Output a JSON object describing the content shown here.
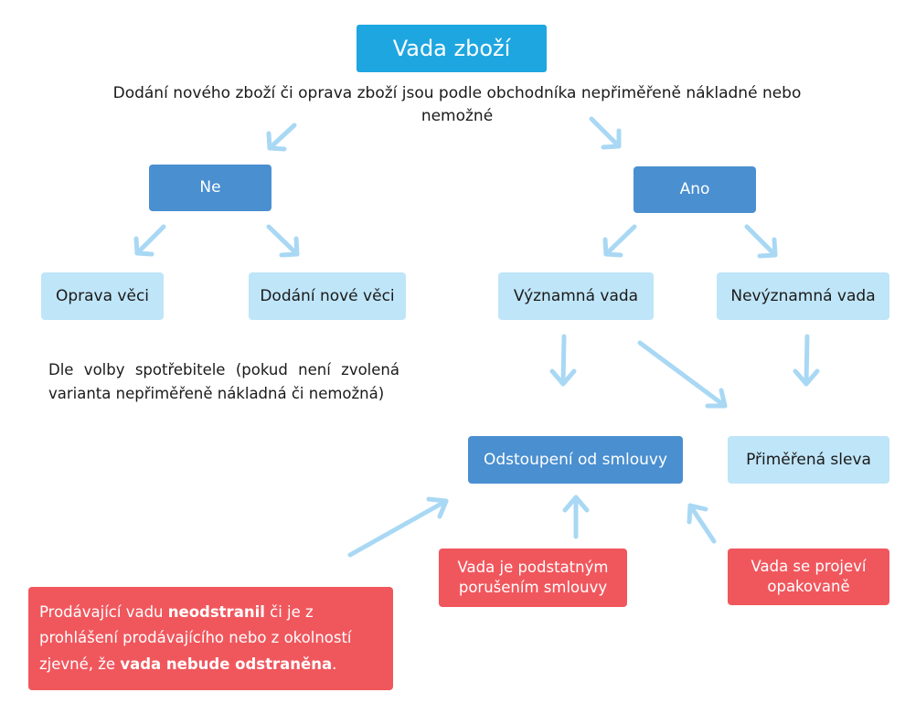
{
  "title": "Vada zboží",
  "question": "Dodání nového zboží či oprava zboží jsou podle obchodníka nepřiměřeně nákladné nebo nemožné",
  "branches": {
    "no": "Ne",
    "yes": "Ano"
  },
  "no_options": {
    "repair": "Oprava věci",
    "new_delivery": "Dodání nové věci"
  },
  "consumer_choice_note": "Dle volby spotřebitele (pokud není zvolená varianta nepřiměřeně nákladná či nemožná)",
  "yes_options": {
    "significant": "Významná vada",
    "insignificant": "Nevýznamná vada"
  },
  "outcomes": {
    "withdrawal": "Odstoupení od smlouvy",
    "discount": "Přiměřená sleva"
  },
  "conditions": {
    "material_breach": "Vada je podstatným porušením smlouvy",
    "repeated": "Vada se projeví opakovaně",
    "seller_failed": {
      "part1": "Prodávající vadu ",
      "bold1": "neodstranil",
      "part2": " či je z prohlášení prodávajícího nebo z okolností zjevné, že ",
      "bold2": "vada nebude odstraněna",
      "part3": "."
    }
  },
  "colors": {
    "title": "#1ea6e0",
    "mid": "#4a8fd0",
    "light": "#bfe5f8",
    "red": "#f0575d",
    "arrow": "#a9d8f4"
  }
}
